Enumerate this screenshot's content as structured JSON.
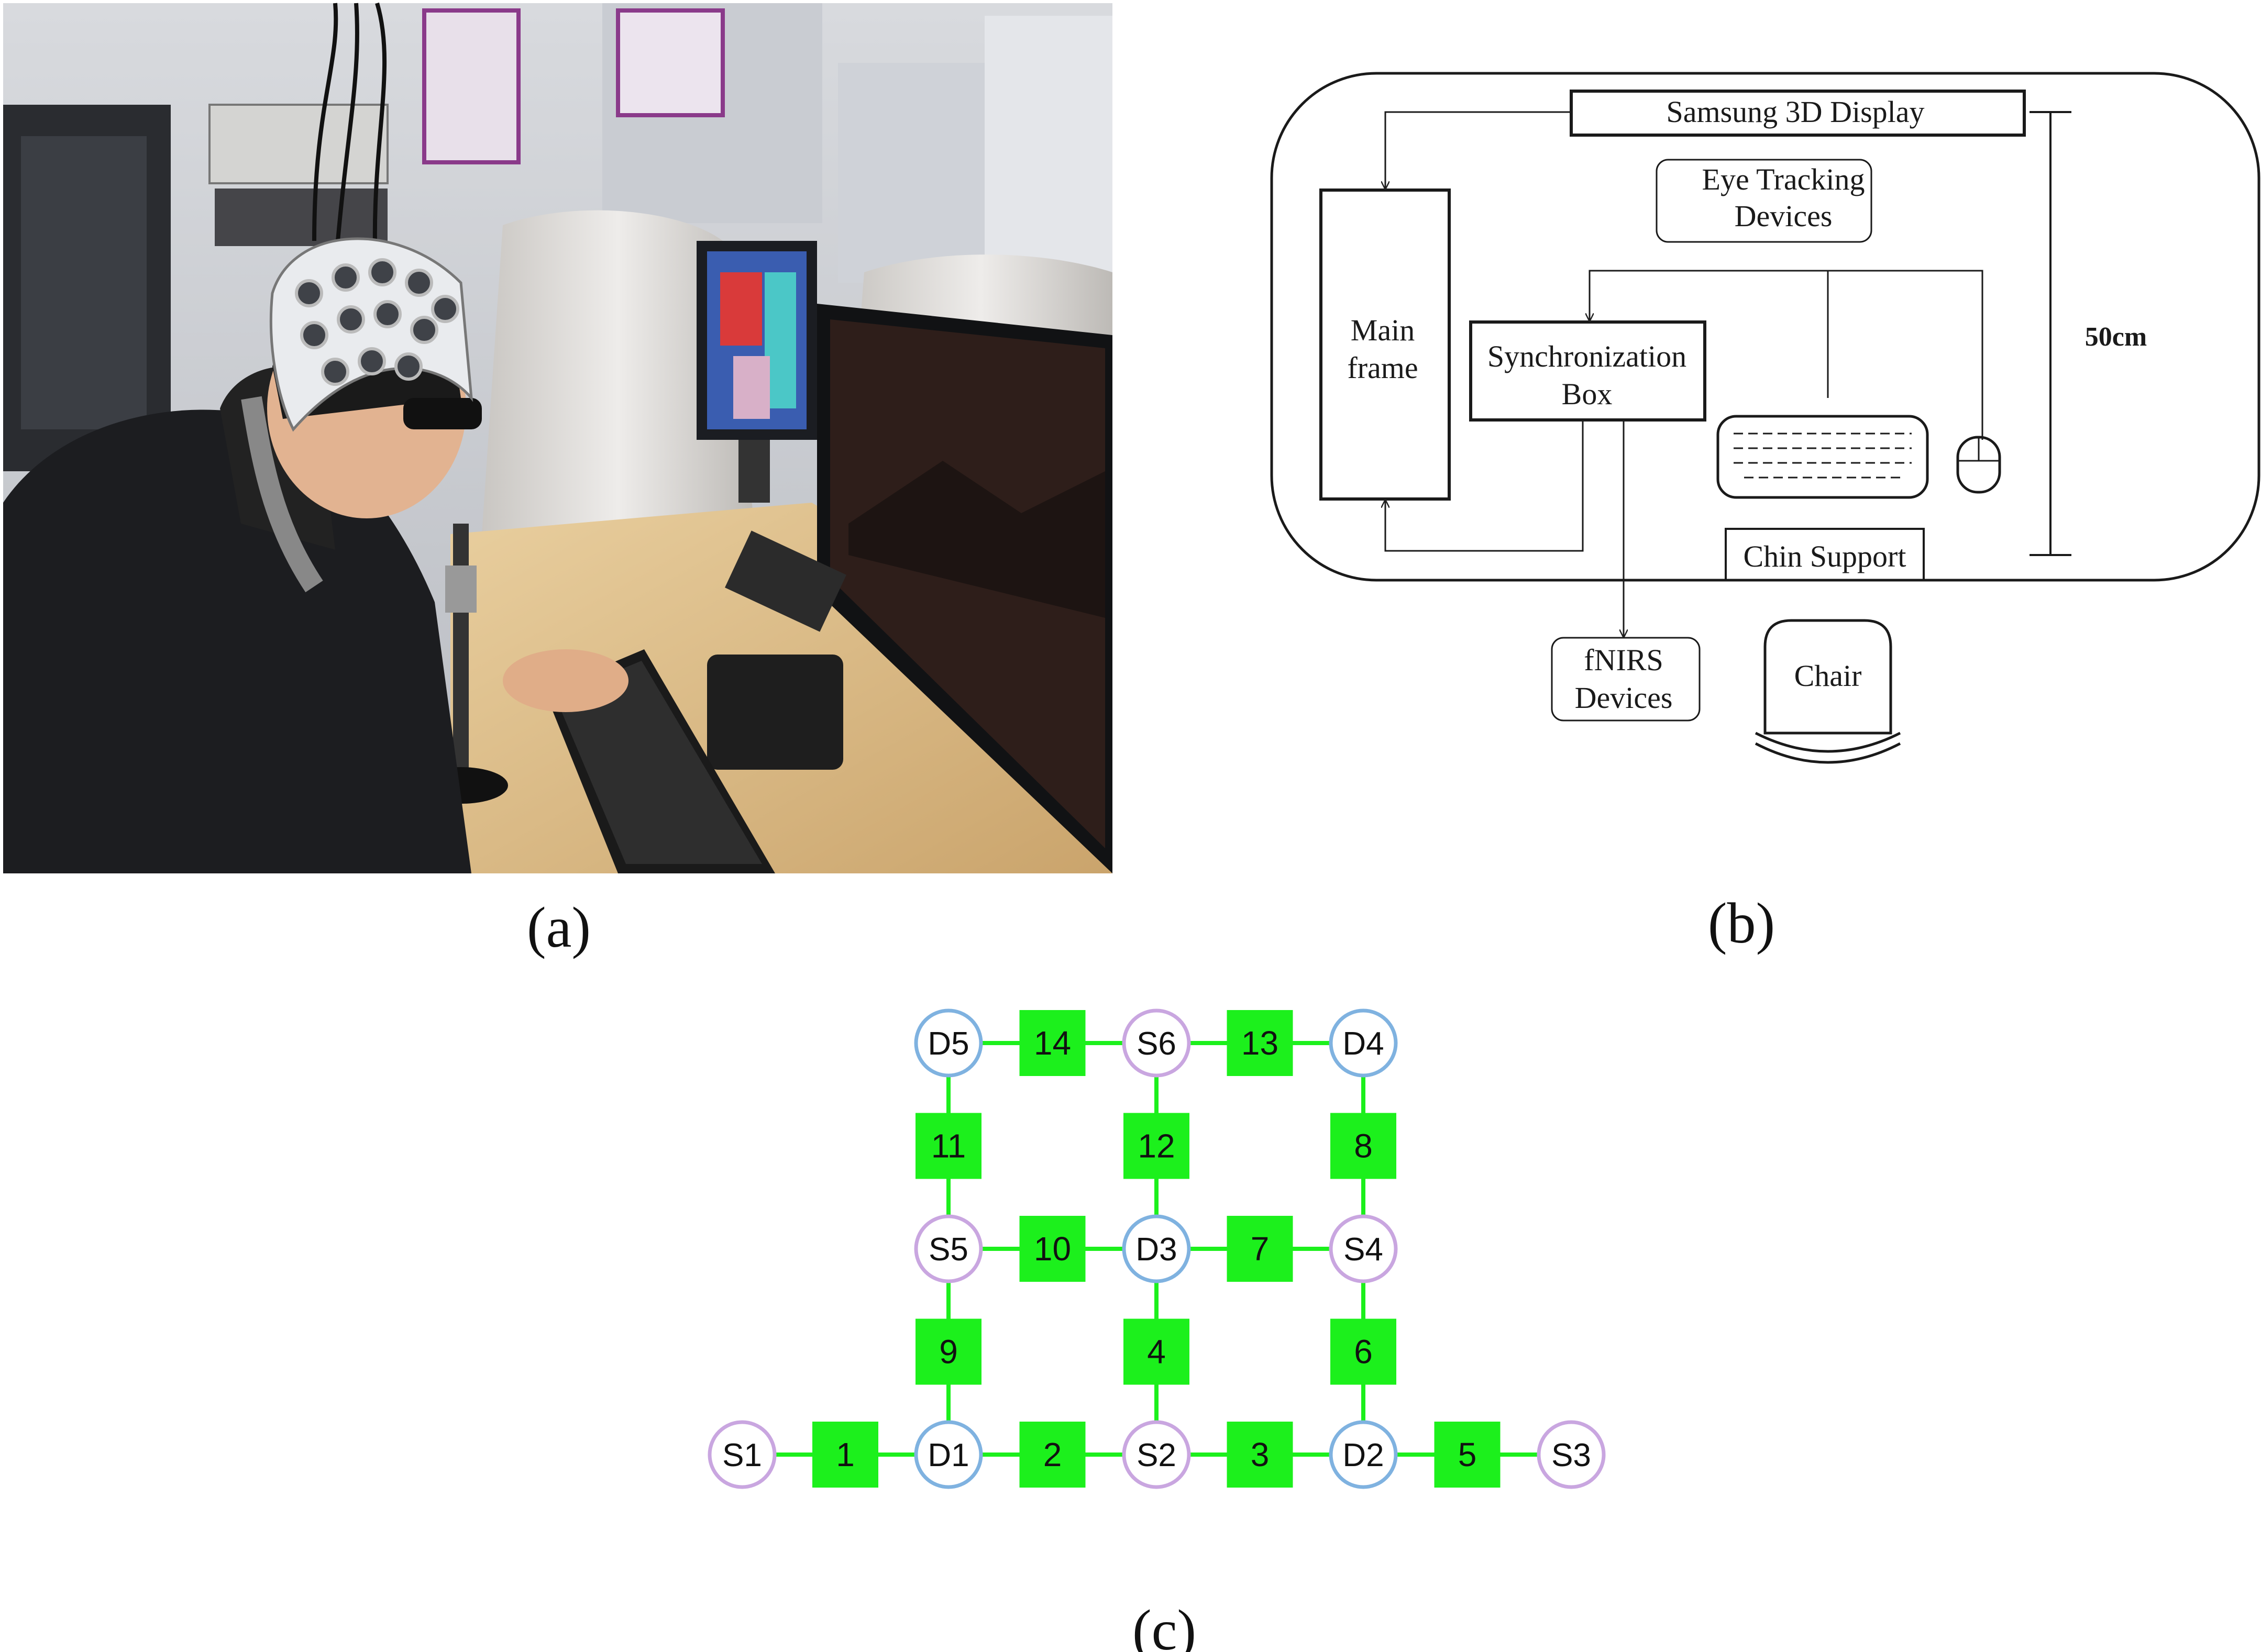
{
  "panel_labels": {
    "a": "(a)",
    "b": "(b)",
    "c": "(c)"
  },
  "photo": {
    "description_icon": "lab-photo",
    "subject": "participant-wearing-fnirs-cap"
  },
  "setup": {
    "display": "Samsung 3D Display",
    "eye_tracking": [
      "Eye Tracking",
      "Devices"
    ],
    "main_frame": [
      "Main",
      "frame"
    ],
    "sync_box": [
      "Synchronization",
      "Box"
    ],
    "chin_support": "Chin Support",
    "fnirs": [
      "fNIRS",
      "Devices"
    ],
    "chair": "Chair",
    "distance": "50cm",
    "keyboard_icon": "keyboard-icon",
    "mouse_icon": "mouse-icon"
  },
  "montage": {
    "colors": {
      "source": "#c9a6e0",
      "detector": "#7fb2e0",
      "channel": "#1cf01c",
      "link": "#1cf01c"
    },
    "sources": [
      "S1",
      "S2",
      "S3",
      "S4",
      "S5",
      "S6"
    ],
    "detectors": [
      "D1",
      "D2",
      "D3",
      "D4",
      "D5"
    ],
    "channels": [
      {
        "id": "1",
        "from": "S1",
        "to": "D1"
      },
      {
        "id": "2",
        "from": "D1",
        "to": "S2"
      },
      {
        "id": "3",
        "from": "S2",
        "to": "D2"
      },
      {
        "id": "4",
        "from": "S2",
        "to": "D3"
      },
      {
        "id": "5",
        "from": "D2",
        "to": "S3"
      },
      {
        "id": "6",
        "from": "D2",
        "to": "S4"
      },
      {
        "id": "7",
        "from": "D3",
        "to": "S4"
      },
      {
        "id": "8",
        "from": "S4",
        "to": "D4"
      },
      {
        "id": "9",
        "from": "D1",
        "to": "S5"
      },
      {
        "id": "10",
        "from": "S5",
        "to": "D3"
      },
      {
        "id": "11",
        "from": "S5",
        "to": "D5"
      },
      {
        "id": "12",
        "from": "D3",
        "to": "S6"
      },
      {
        "id": "13",
        "from": "S6",
        "to": "D4"
      },
      {
        "id": "14",
        "from": "D5",
        "to": "S6"
      }
    ]
  }
}
